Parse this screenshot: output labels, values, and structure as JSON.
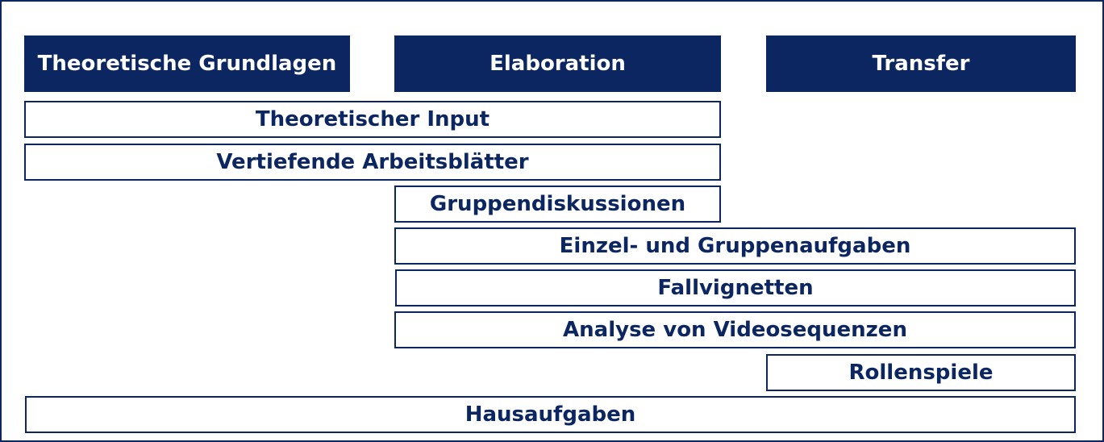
{
  "phases": [
    {
      "label": "Theoretische Grundlagen"
    },
    {
      "label": "Elaboration"
    },
    {
      "label": "Transfer"
    }
  ],
  "activities": [
    {
      "label": "Theoretischer Input"
    },
    {
      "label": "Vertiefende Arbeitsblätter"
    },
    {
      "label": "Gruppendiskussionen"
    },
    {
      "label": "Einzel- und Gruppenaufgaben"
    },
    {
      "label": "Fallvignetten"
    },
    {
      "label": "Analyse von Videosequenzen"
    },
    {
      "label": "Rollenspiele"
    },
    {
      "label": "Hausaufgaben"
    }
  ],
  "colors": {
    "navy": "#0b2660",
    "white": "#ffffff"
  }
}
